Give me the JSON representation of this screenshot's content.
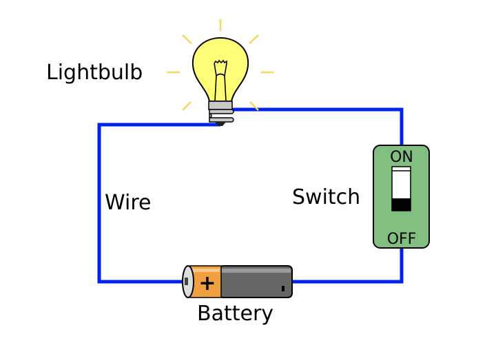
{
  "labels": {
    "lightbulb": "Lightbulb",
    "wire": "Wire",
    "switch": "Switch",
    "battery": "Battery"
  },
  "switch": {
    "on_label": "ON",
    "off_label": "OFF",
    "state": "off"
  },
  "battery": {
    "terminal_symbol": "+"
  },
  "colors": {
    "wire": "#0022ee",
    "bulb": "#ffff77",
    "switch_body": "#80bf80",
    "battery_cap": "#f0a040",
    "battery_body": "#666666",
    "rays": "#f5d860"
  }
}
